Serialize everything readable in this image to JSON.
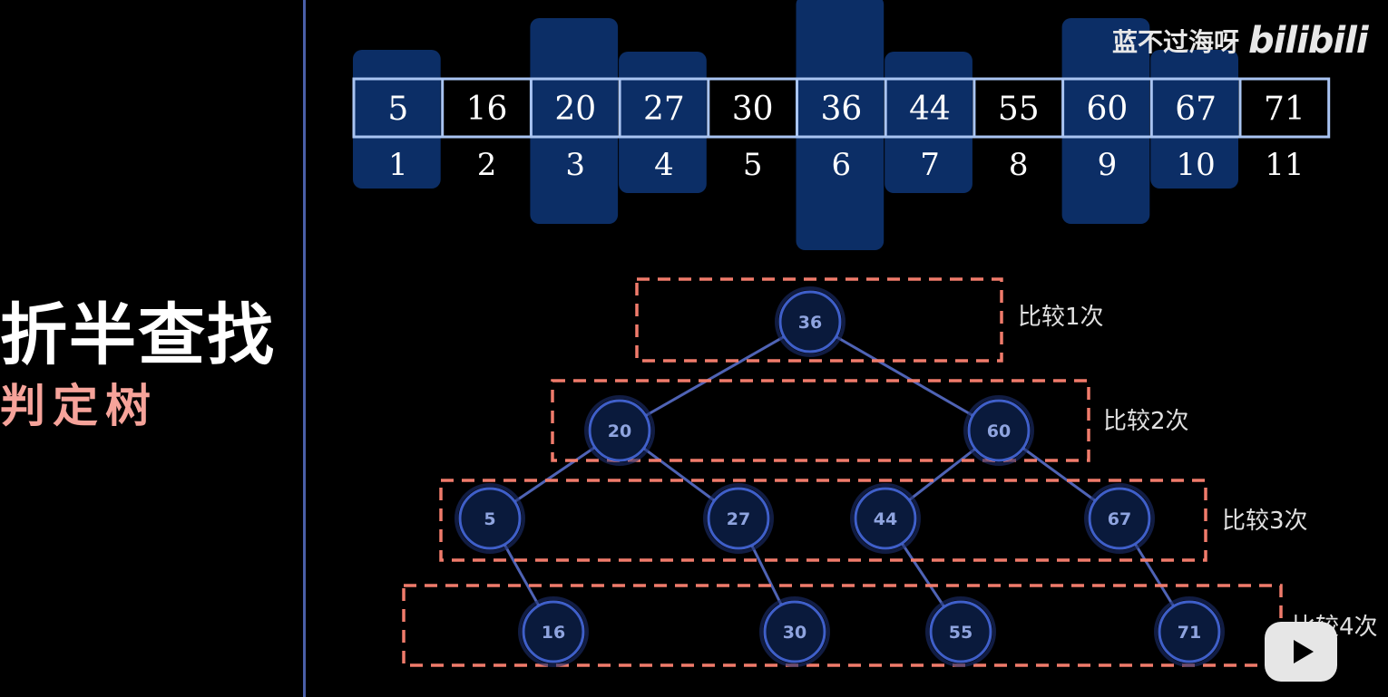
{
  "title": "折半查找",
  "subtitle": "判定树",
  "watermark": {
    "author": "蓝不过海呀",
    "logo": "bilibili"
  },
  "array": {
    "values": [
      5,
      16,
      20,
      27,
      30,
      36,
      44,
      55,
      60,
      67,
      71
    ],
    "indices": [
      1,
      2,
      3,
      4,
      5,
      6,
      7,
      8,
      9,
      10,
      11
    ],
    "highlight_levels": [
      2,
      0,
      3,
      1,
      0,
      4,
      1,
      0,
      3,
      2,
      0
    ]
  },
  "tree": {
    "levels": [
      {
        "label": "比较1次",
        "nodes": [
          "36"
        ]
      },
      {
        "label": "比较2次",
        "nodes": [
          "20",
          "60"
        ]
      },
      {
        "label": "比较3次",
        "nodes": [
          "5",
          "27",
          "44",
          "67"
        ]
      },
      {
        "label": "比较4次",
        "nodes": [
          "16",
          "30",
          "55",
          "71"
        ]
      }
    ],
    "edges": [
      [
        "36",
        "20"
      ],
      [
        "36",
        "60"
      ],
      [
        "20",
        "5"
      ],
      [
        "20",
        "27"
      ],
      [
        "60",
        "44"
      ],
      [
        "60",
        "67"
      ],
      [
        "5",
        "16"
      ],
      [
        "27",
        "30"
      ],
      [
        "44",
        "55"
      ],
      [
        "67",
        "71"
      ]
    ]
  },
  "colors": {
    "highlight": "#0c2e66",
    "cell_border": "#a9c4f2",
    "node": "#0a1a3c",
    "node_border": "#3f5fc9",
    "node_text": "#8fa4df",
    "edge": "#4f63b5",
    "dash_box": "#f07b6b",
    "level_label": "#e0e0e0"
  },
  "icons": {
    "play": "play-icon"
  }
}
